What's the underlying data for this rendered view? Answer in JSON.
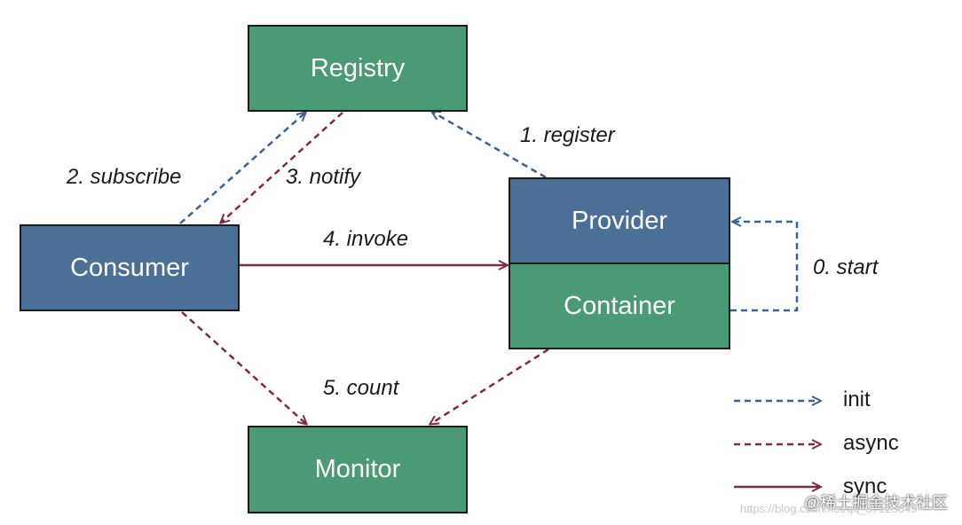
{
  "nodes": {
    "registry": "Registry",
    "consumer": "Consumer",
    "provider": "Provider",
    "container": "Container",
    "monitor": "Monitor"
  },
  "edges": {
    "start": "0. start",
    "register": "1. register",
    "subscribe": "2. subscribe",
    "notify": "3. notify",
    "invoke": "4. invoke",
    "count": "5. count"
  },
  "legend": [
    {
      "style": "init",
      "label": "init",
      "color": "#3d6189",
      "dashed": true
    },
    {
      "style": "async",
      "label": "async",
      "color": "#7d2b4a",
      "dashed": true
    },
    {
      "style": "sync",
      "label": "sync",
      "color": "#7d2b4a",
      "dashed": false
    }
  ],
  "colors": {
    "green_box": "#4a9a76",
    "blue_box": "#4b7098",
    "init_line": "#3d6189",
    "async_line": "#7d2b4a",
    "sync_line": "#7d2b4a"
  },
  "watermark": {
    "cn": "@稀土掘金技术社区",
    "url": "https://blog.csdn.net/qq_37123649"
  }
}
